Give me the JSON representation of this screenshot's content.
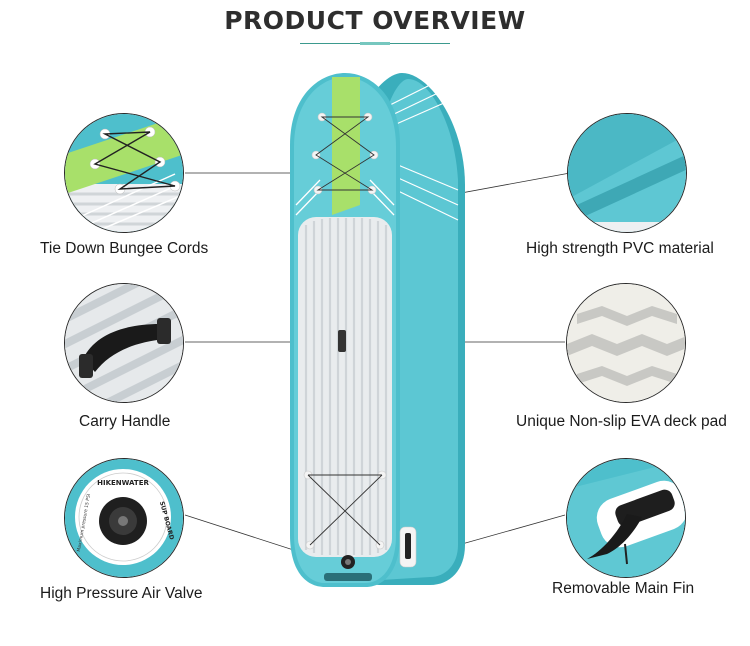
{
  "title": "PRODUCT OVERVIEW",
  "features": {
    "bungee": "Tie Down Bungee Cords",
    "pvc": "High strength PVC material",
    "handle": "Carry Handle",
    "deck_pad": "Unique Non-slip EVA deck pad",
    "valve": "High Pressure Air Valve",
    "fin": "Removable Main Fin"
  },
  "valve_text": {
    "brand": "HIKENWATER",
    "product": "SUP BOARD",
    "spec": "Maximum pressure 15 PSI"
  },
  "colors": {
    "board_teal": "#4ebfcc",
    "stripe_green": "#a8e06a",
    "deck_grey": "#e9ecee",
    "accent": "#3b9a8e"
  }
}
